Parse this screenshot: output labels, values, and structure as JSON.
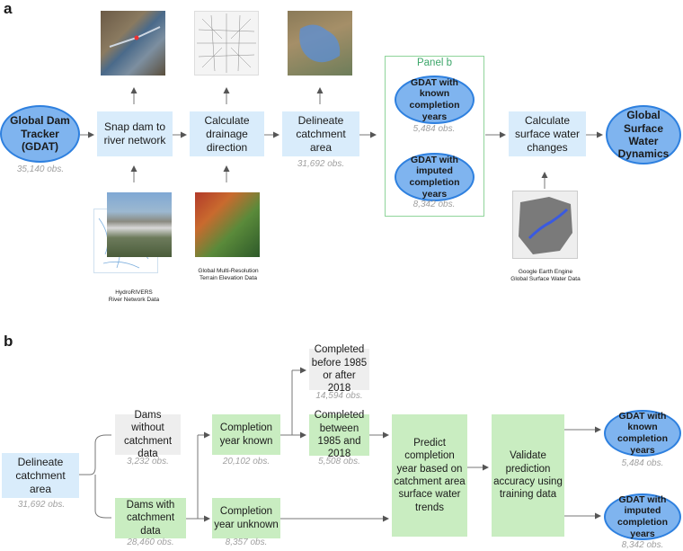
{
  "panel_a": {
    "label": "a",
    "gdat": "Global Dam Tracker (GDAT)",
    "gdat_obs": "35,140 obs.",
    "snap": "Snap dam to river network",
    "drainage": "Calculate drainage direction",
    "delineate": "Delineate catchment area",
    "delineate_obs": "31,692 obs.",
    "panel_b_title": "Panel b",
    "known": "GDAT with known completion years",
    "known_obs": "5,484 obs.",
    "imputed": "GDAT with imputed completion years",
    "imputed_obs": "8,342 obs.",
    "surface": "Calculate surface water changes",
    "gswd": "Global Surface Water Dynamics",
    "hydro_caption_1": "HydroRIVERS",
    "hydro_caption_2": "River Network Data",
    "terrain_caption_1": "Global Multi-Resolution",
    "terrain_caption_2": "Terrain Elevation Data",
    "gee_caption_1": "Google Earth Engine",
    "gee_caption_2": "Global Surface Water Data"
  },
  "panel_b": {
    "label": "b",
    "delineate": "Delineate catchment area",
    "delineate_obs": "31,692 obs.",
    "without": "Dams without catchment data",
    "without_obs": "3,232 obs.",
    "with": "Dams with catchment data",
    "with_obs": "28,460 obs.",
    "year_known": "Completion year known",
    "year_known_obs": "20,102 obs.",
    "year_unknown": "Completion year unknown",
    "year_unknown_obs": "8,357 obs.",
    "outside": "Completed before 1985 or after 2018",
    "outside_obs": "14,594 obs.",
    "between": "Completed between 1985 and 2018",
    "between_obs": "5,508 obs.",
    "predict": "Predict completion year based on catchment area surface water trends",
    "validate": "Validate prediction accuracy using training data",
    "known": "GDAT with known completion years",
    "known_obs": "5,484 obs.",
    "imputed": "GDAT with imputed completion years",
    "imputed_obs": "8,342 obs."
  },
  "colors": {
    "process_blue": "#d9ecfb",
    "ellipse_fill": "#7fb4ef",
    "ellipse_border": "#2e80df",
    "green_box": "#c9edc1",
    "gray_box": "#eeeeee",
    "obs_text": "#a0a0a0",
    "panel_b_frame": "#8fd49a"
  }
}
